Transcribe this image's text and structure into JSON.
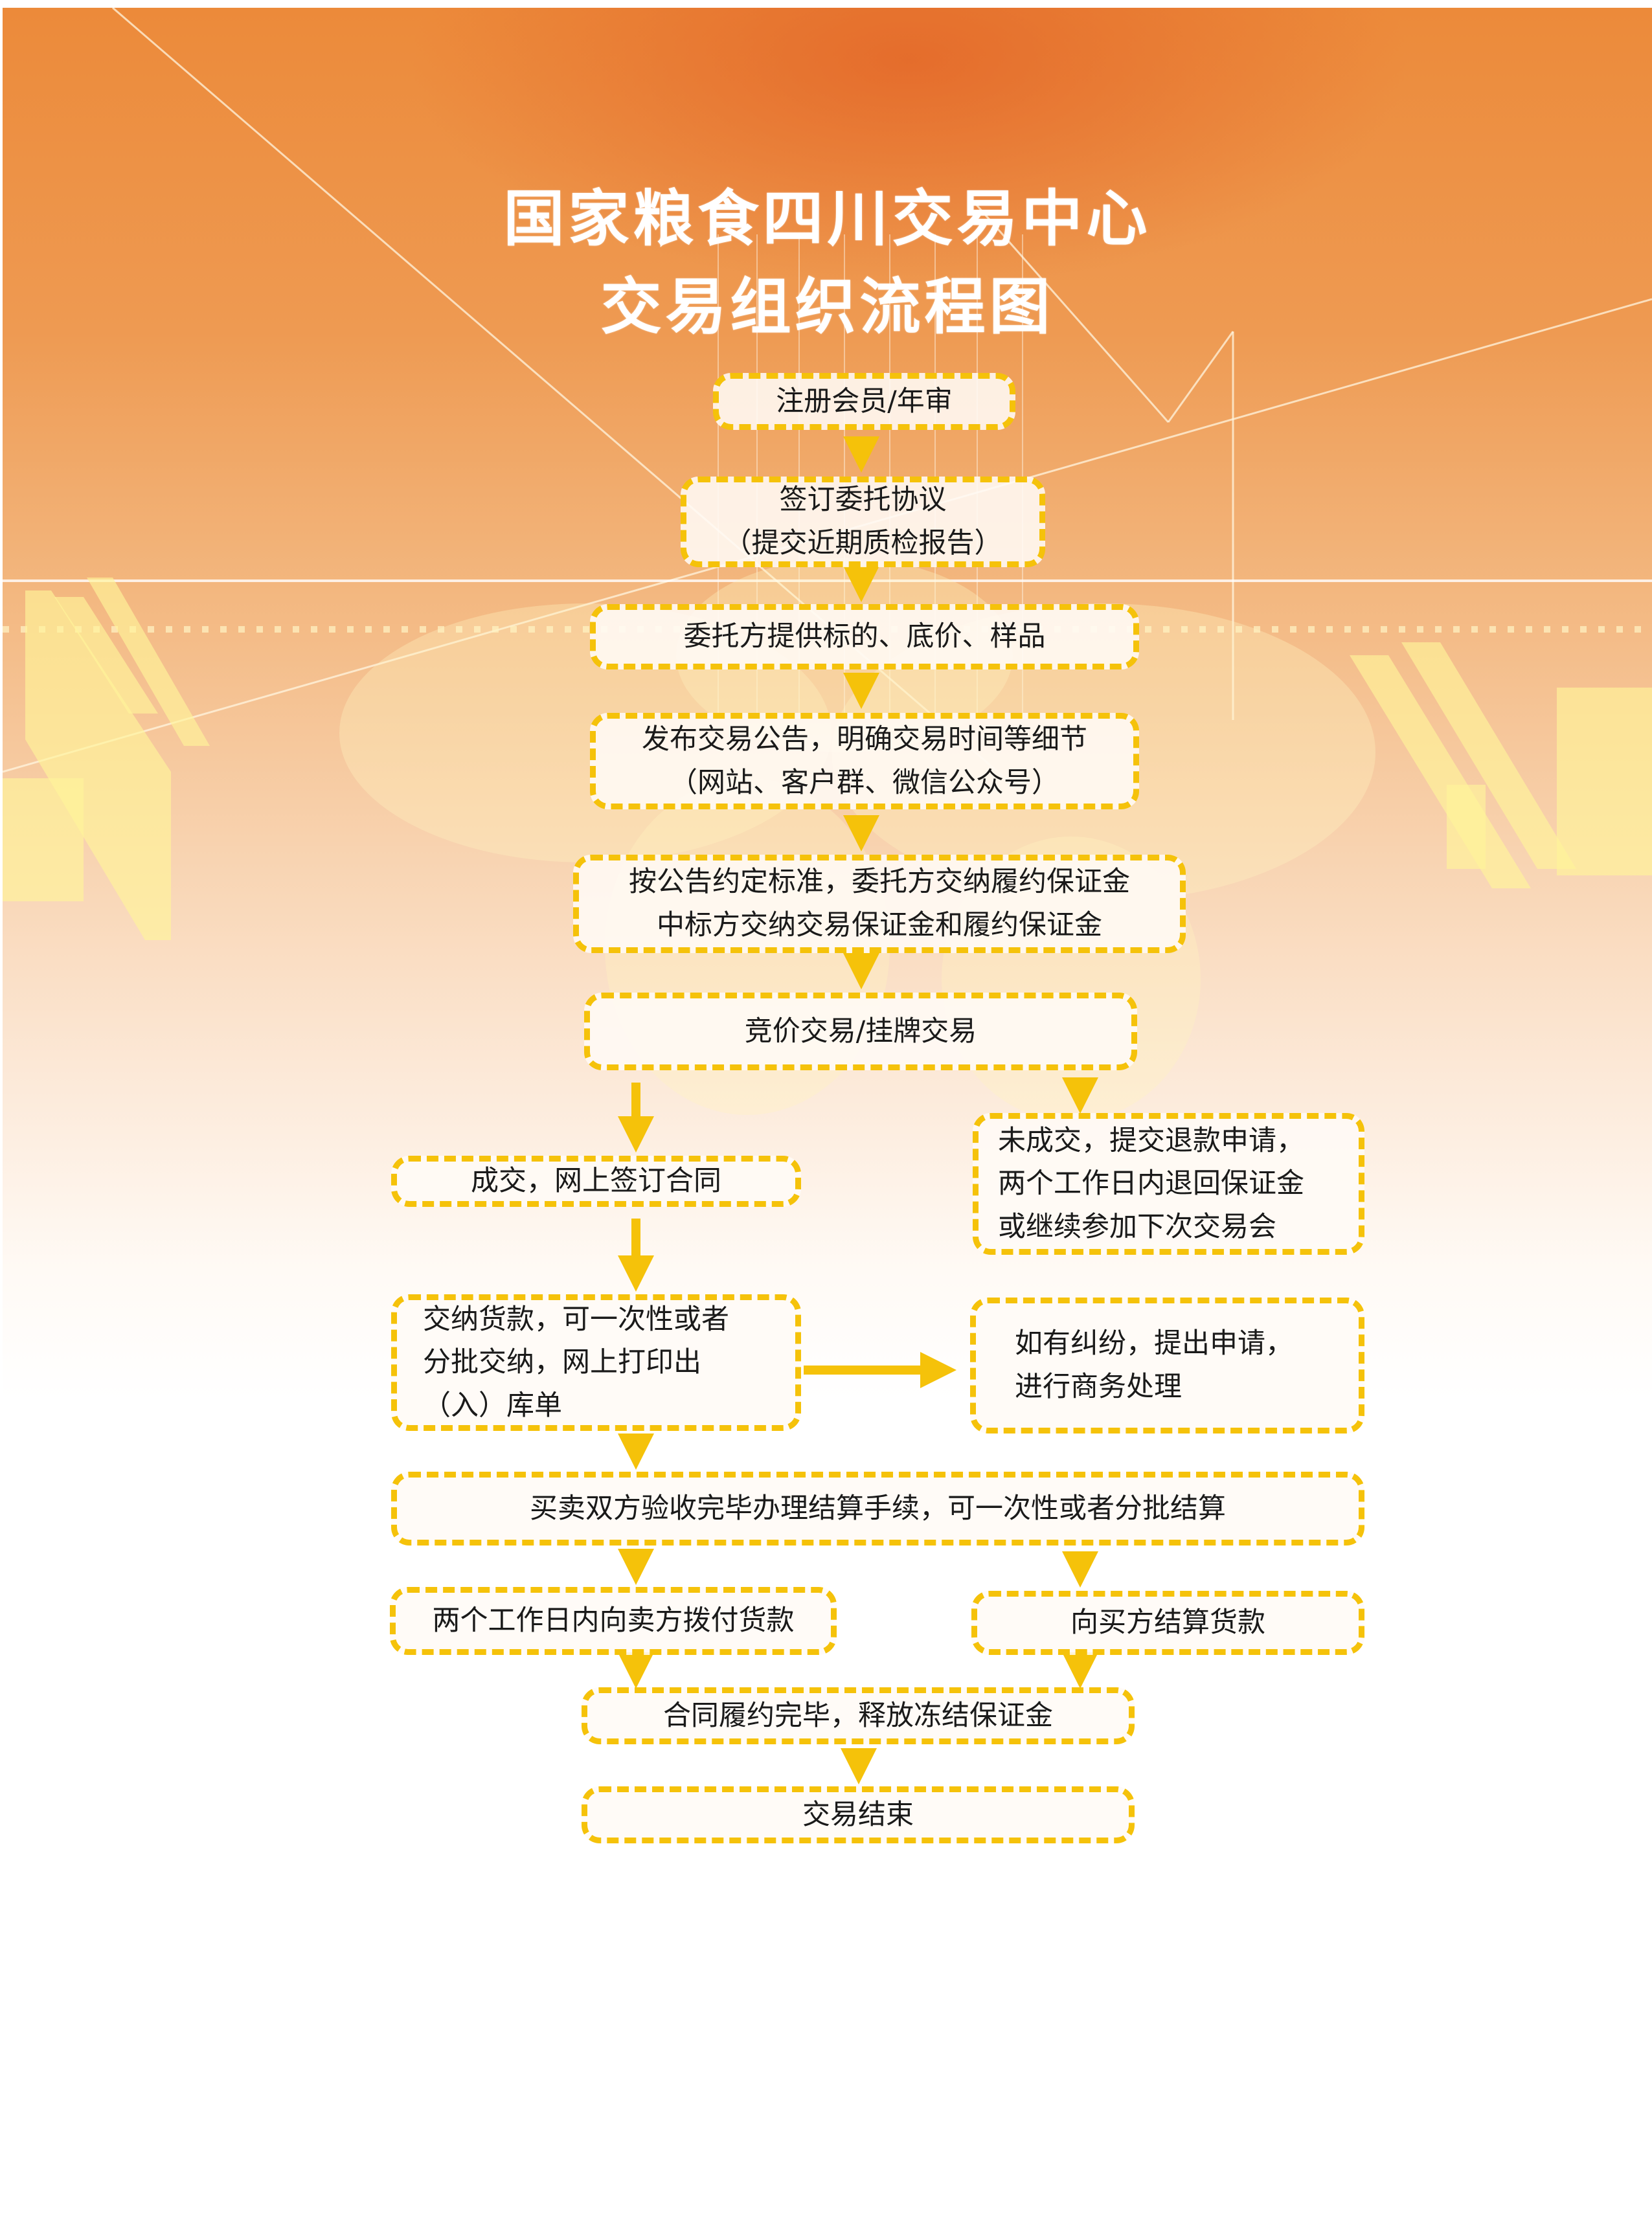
{
  "title": {
    "line1": "国家粮食四川交易中心",
    "line2": "交易组织流程图"
  },
  "colors": {
    "box_border": "#f5c20a",
    "arrow": "#f5c20a",
    "title_text": "#ffffff",
    "bg_top": "#e8753a",
    "bg_bottom": "#ffffff"
  },
  "steps": [
    {
      "id": "register",
      "text": "注册会员/年审"
    },
    {
      "id": "sign-agreement",
      "text": "签订委托协议\n（提交近期质检报告）"
    },
    {
      "id": "provide-items",
      "text": "委托方提供标的、底价、样品"
    },
    {
      "id": "publish-notice",
      "text": "发布交易公告，明确交易时间等细节\n（网站、客户群、微信公众号）"
    },
    {
      "id": "pay-deposit",
      "text": "按公告约定标准，委托方交纳履约保证金\n中标方交纳交易保证金和履约保证金"
    },
    {
      "id": "trading",
      "text": "竞价交易/挂牌交易"
    },
    {
      "id": "deal-done",
      "text": "成交，网上签订合同"
    },
    {
      "id": "no-deal",
      "text": "未成交，提交退款申请，\n两个工作日内退回保证金\n或继续参加下次交易会"
    },
    {
      "id": "pay-goods",
      "text": "交纳货款，可一次性或者\n分批交纳，网上打印出\n（入）库单"
    },
    {
      "id": "dispute",
      "text": "如有纠纷，提出申请，\n进行商务处理"
    },
    {
      "id": "settlement",
      "text": "买卖双方验收完毕办理结算手续，可一次性或者分批结算"
    },
    {
      "id": "pay-seller",
      "text": "两个工作日内向卖方拨付货款"
    },
    {
      "id": "settle-buyer",
      "text": "向买方结算货款"
    },
    {
      "id": "release-deposit",
      "text": "合同履约完毕，释放冻结保证金"
    },
    {
      "id": "end",
      "text": "交易结束"
    }
  ]
}
